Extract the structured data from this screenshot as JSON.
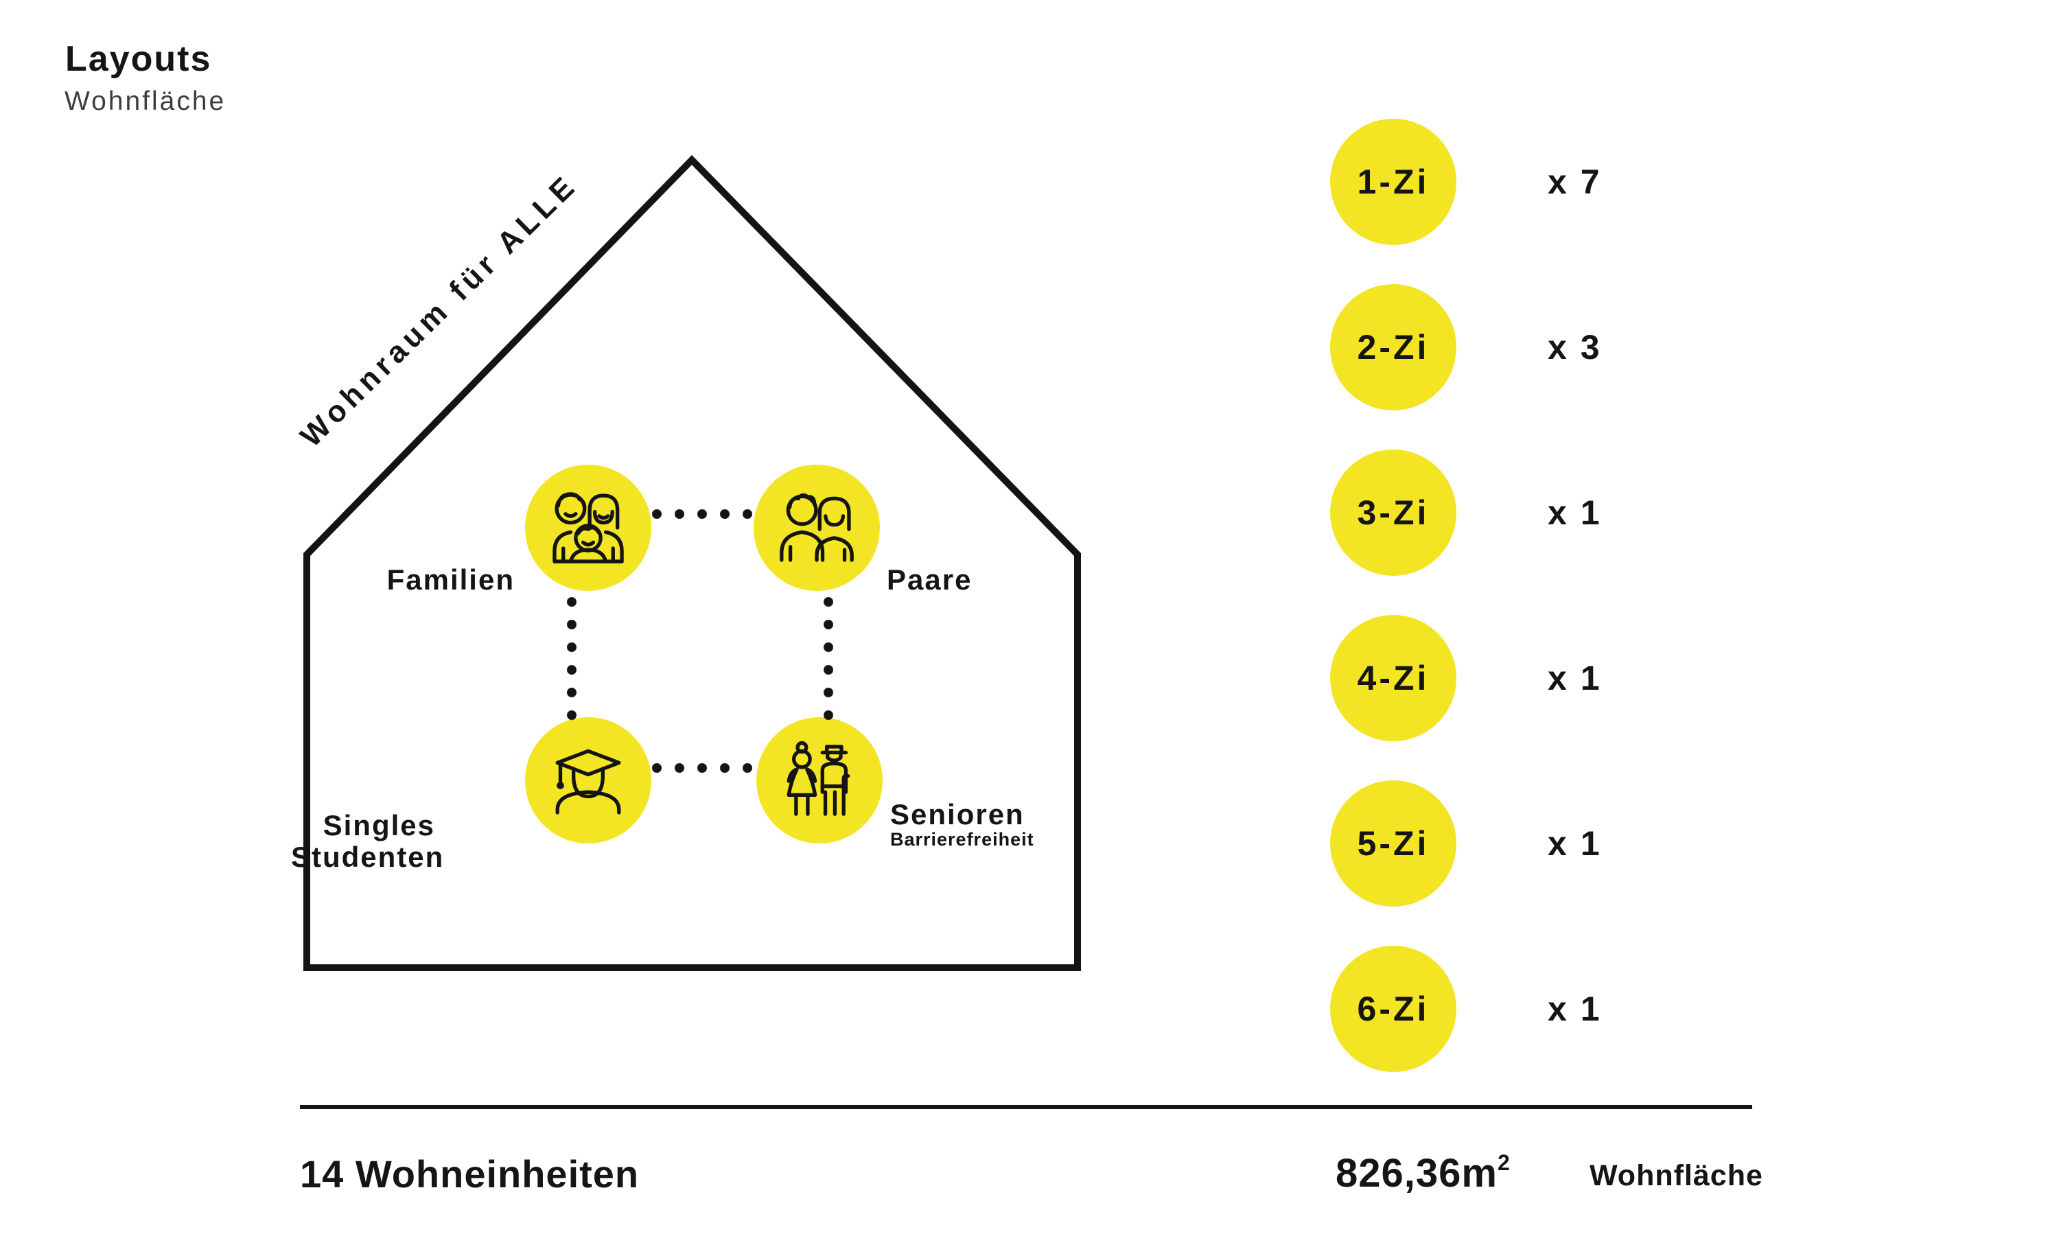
{
  "header": {
    "title": "Layouts",
    "subtitle": "Wohnfläche"
  },
  "house": {
    "roof_text": "Wohnraum für ALLE",
    "groups": {
      "families": {
        "label": "Familien",
        "icon": "family-icon"
      },
      "couples": {
        "label": "Paare",
        "icon": "couple-icon"
      },
      "singles": {
        "label_line1": "Singles",
        "label_line2": "Studenten",
        "icon": "graduate-icon"
      },
      "seniors": {
        "label": "Senioren",
        "sublabel": "Barrierefreiheit",
        "icon": "elderly-couple-icon"
      }
    }
  },
  "units": {
    "rows": [
      {
        "room_label": "1-Zi",
        "count_label": "x 7"
      },
      {
        "room_label": "2-Zi",
        "count_label": "x 3"
      },
      {
        "room_label": "3-Zi",
        "count_label": "x 1"
      },
      {
        "room_label": "4-Zi",
        "count_label": "x 1"
      },
      {
        "room_label": "5-Zi",
        "count_label": "x 1"
      },
      {
        "room_label": "6-Zi",
        "count_label": "x 1"
      }
    ]
  },
  "summary": {
    "total_units": "14 Wohneinheiten",
    "area_value": "826,36m",
    "area_superscript": "2",
    "area_label": "Wohnfläche"
  },
  "colors": {
    "accent_yellow": "#F3E524",
    "ink": "#141414"
  }
}
